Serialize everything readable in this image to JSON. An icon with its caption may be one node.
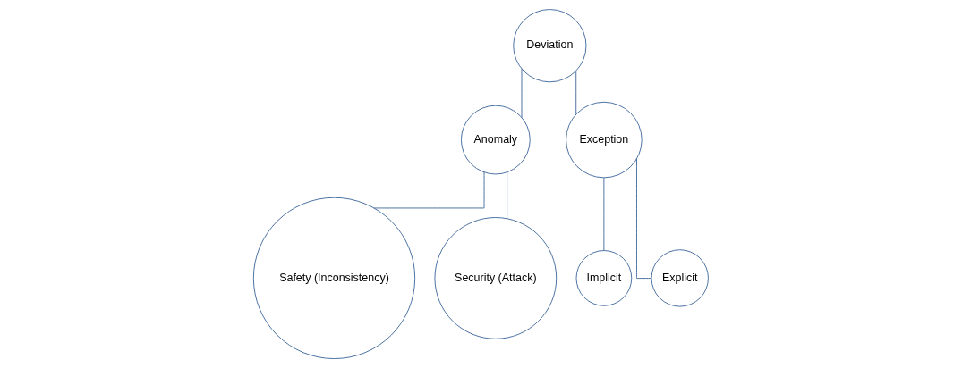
{
  "diagram": {
    "nodes": [
      {
        "text": [
          "Deviation"
        ]
      },
      {
        "text": [
          "Anomaly"
        ]
      },
      {
        "text": [
          "Exception"
        ]
      },
      {
        "text": [
          "Safety (Inconsistency)"
        ]
      },
      {
        "text": [
          "Security (Attack)"
        ]
      },
      {
        "text": [
          "Implicit"
        ]
      },
      {
        "text": [
          "Explicit"
        ]
      }
    ],
    "edges": [
      {
        "from": 0,
        "to": 1,
        "arrow": "none"
      },
      {
        "from": 0,
        "to": 2,
        "arrow": "none"
      },
      {
        "from": 1,
        "to": 3,
        "arrow": "none"
      },
      {
        "from": 1,
        "to": 4,
        "arrow": "none"
      },
      {
        "from": 2,
        "to": 5,
        "arrow": "none"
      },
      {
        "from": 2,
        "to": 6,
        "arrow": "none"
      }
    ]
  }
}
